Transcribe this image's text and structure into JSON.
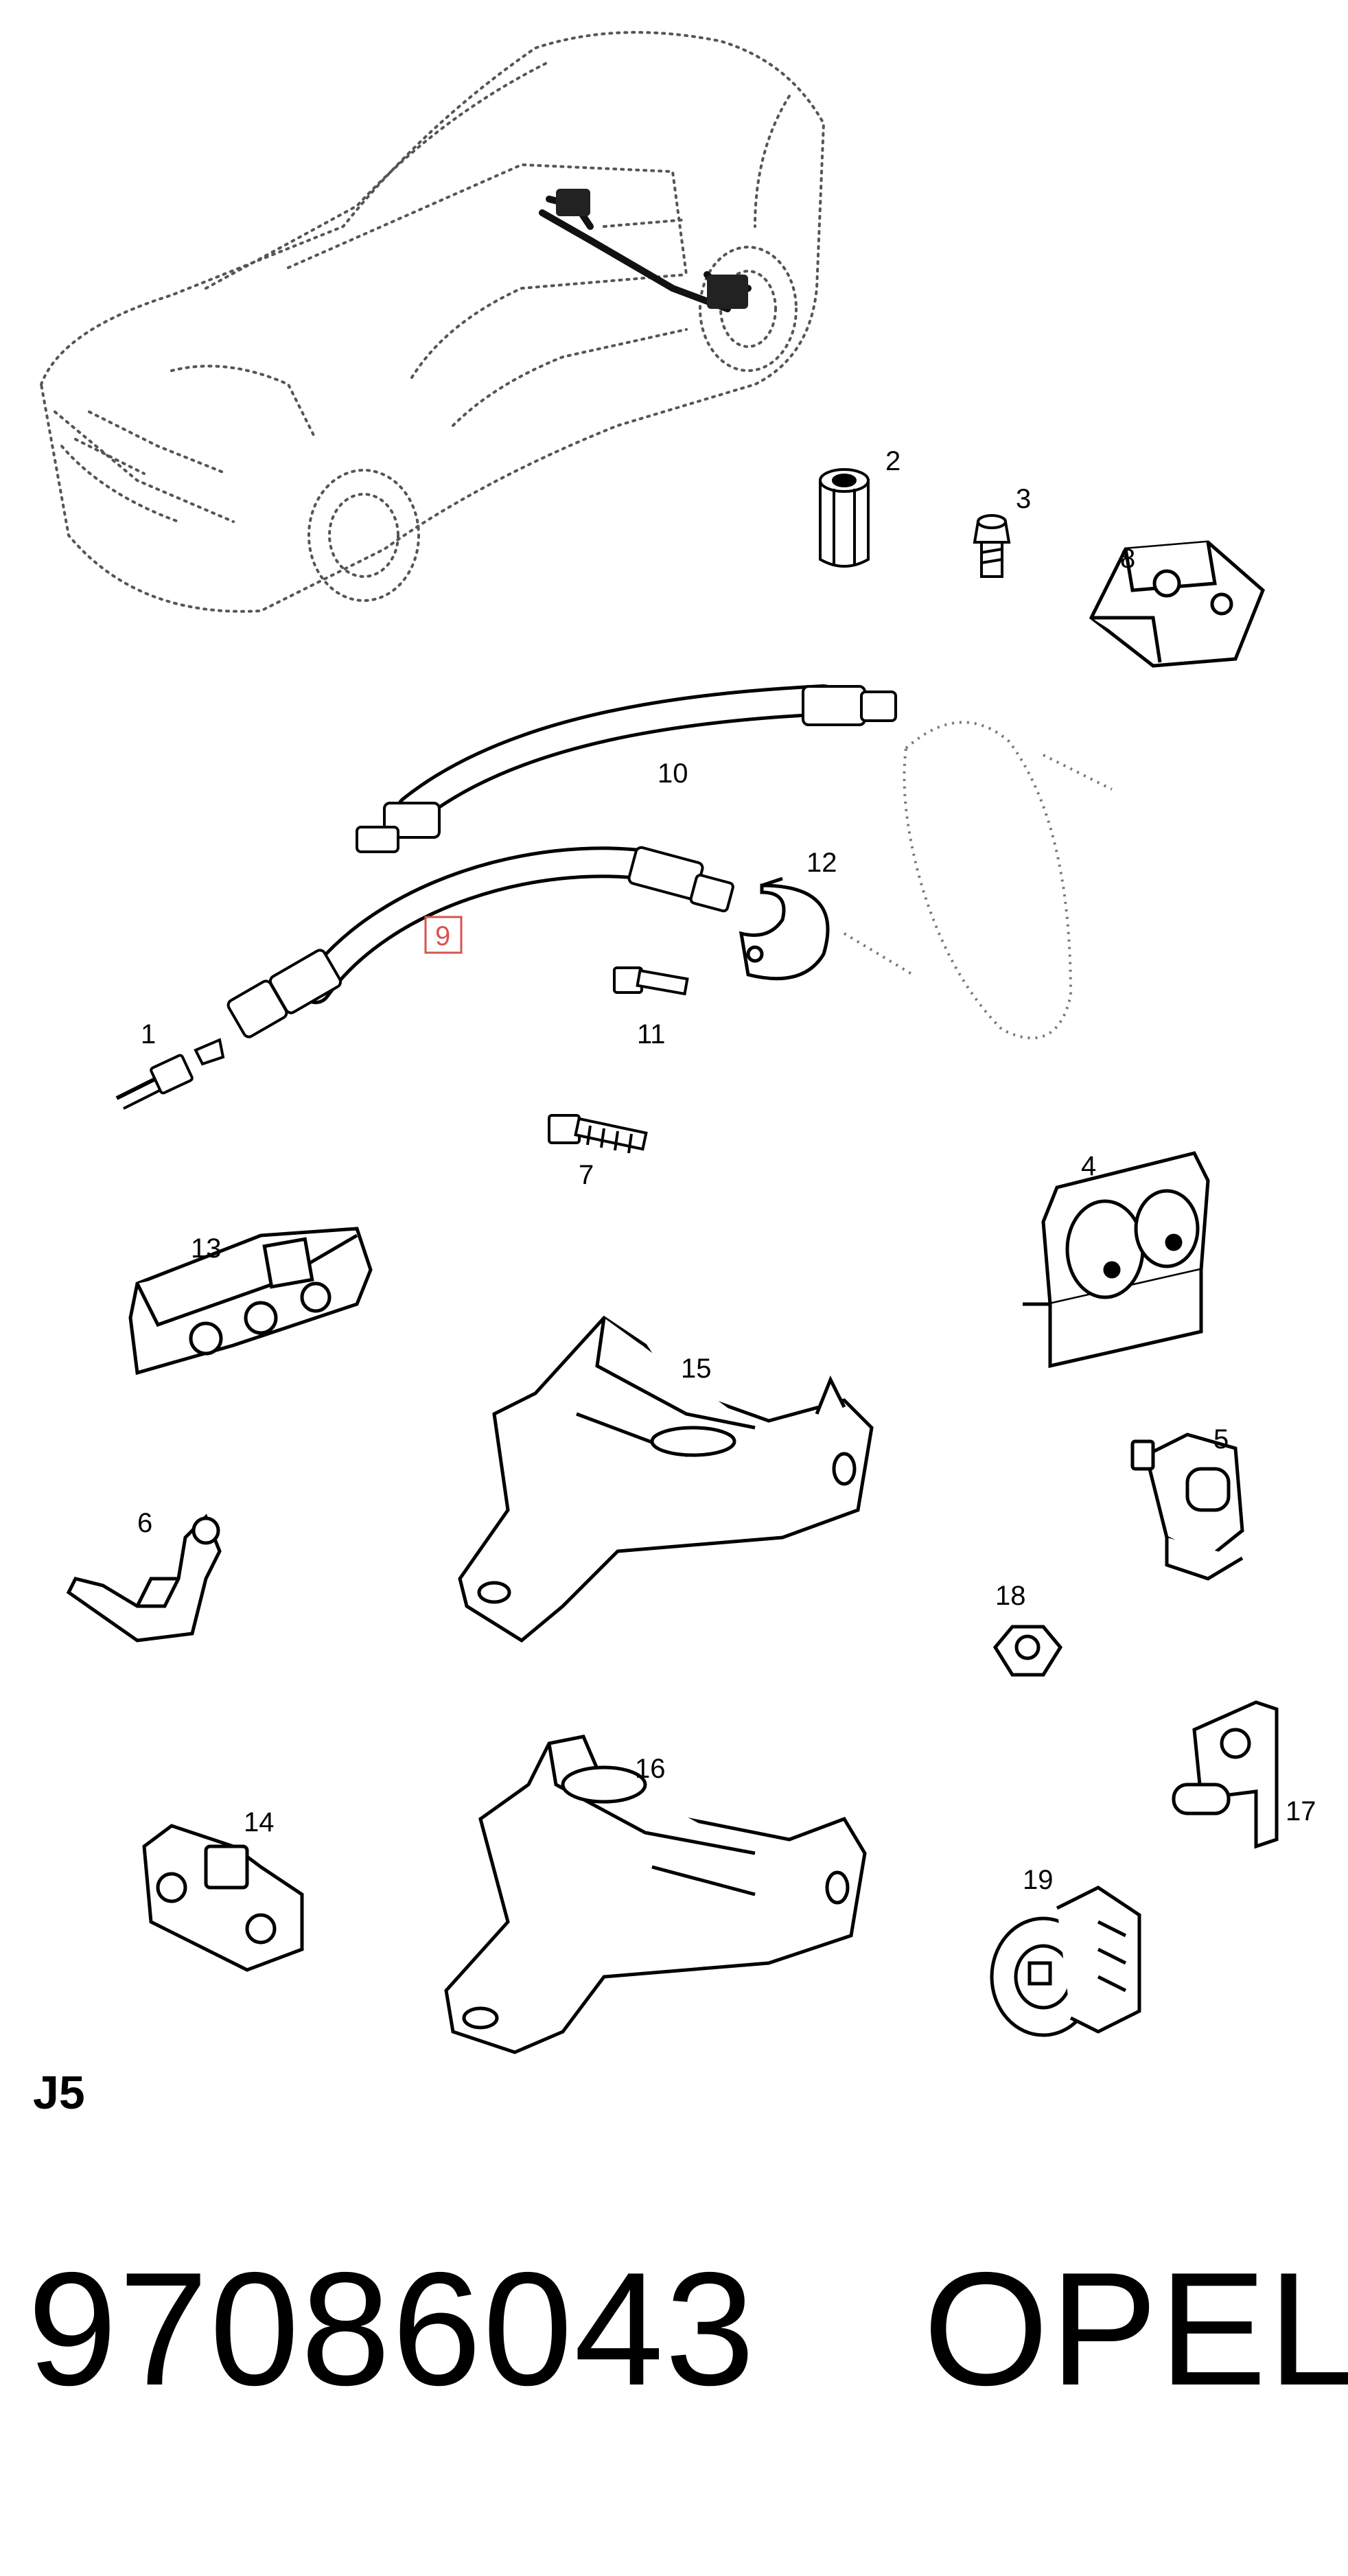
{
  "diagram": {
    "callouts": [
      "1",
      "2",
      "3",
      "4",
      "5",
      "6",
      "7",
      "8",
      "9",
      "10",
      "11",
      "12",
      "13",
      "14",
      "15",
      "16",
      "17",
      "18",
      "19"
    ],
    "highlighted_callout": "9",
    "highlight_color": "#d9534f",
    "page_code": "J5"
  },
  "footer": {
    "part_number": "97086043",
    "brand": "OPEL"
  }
}
